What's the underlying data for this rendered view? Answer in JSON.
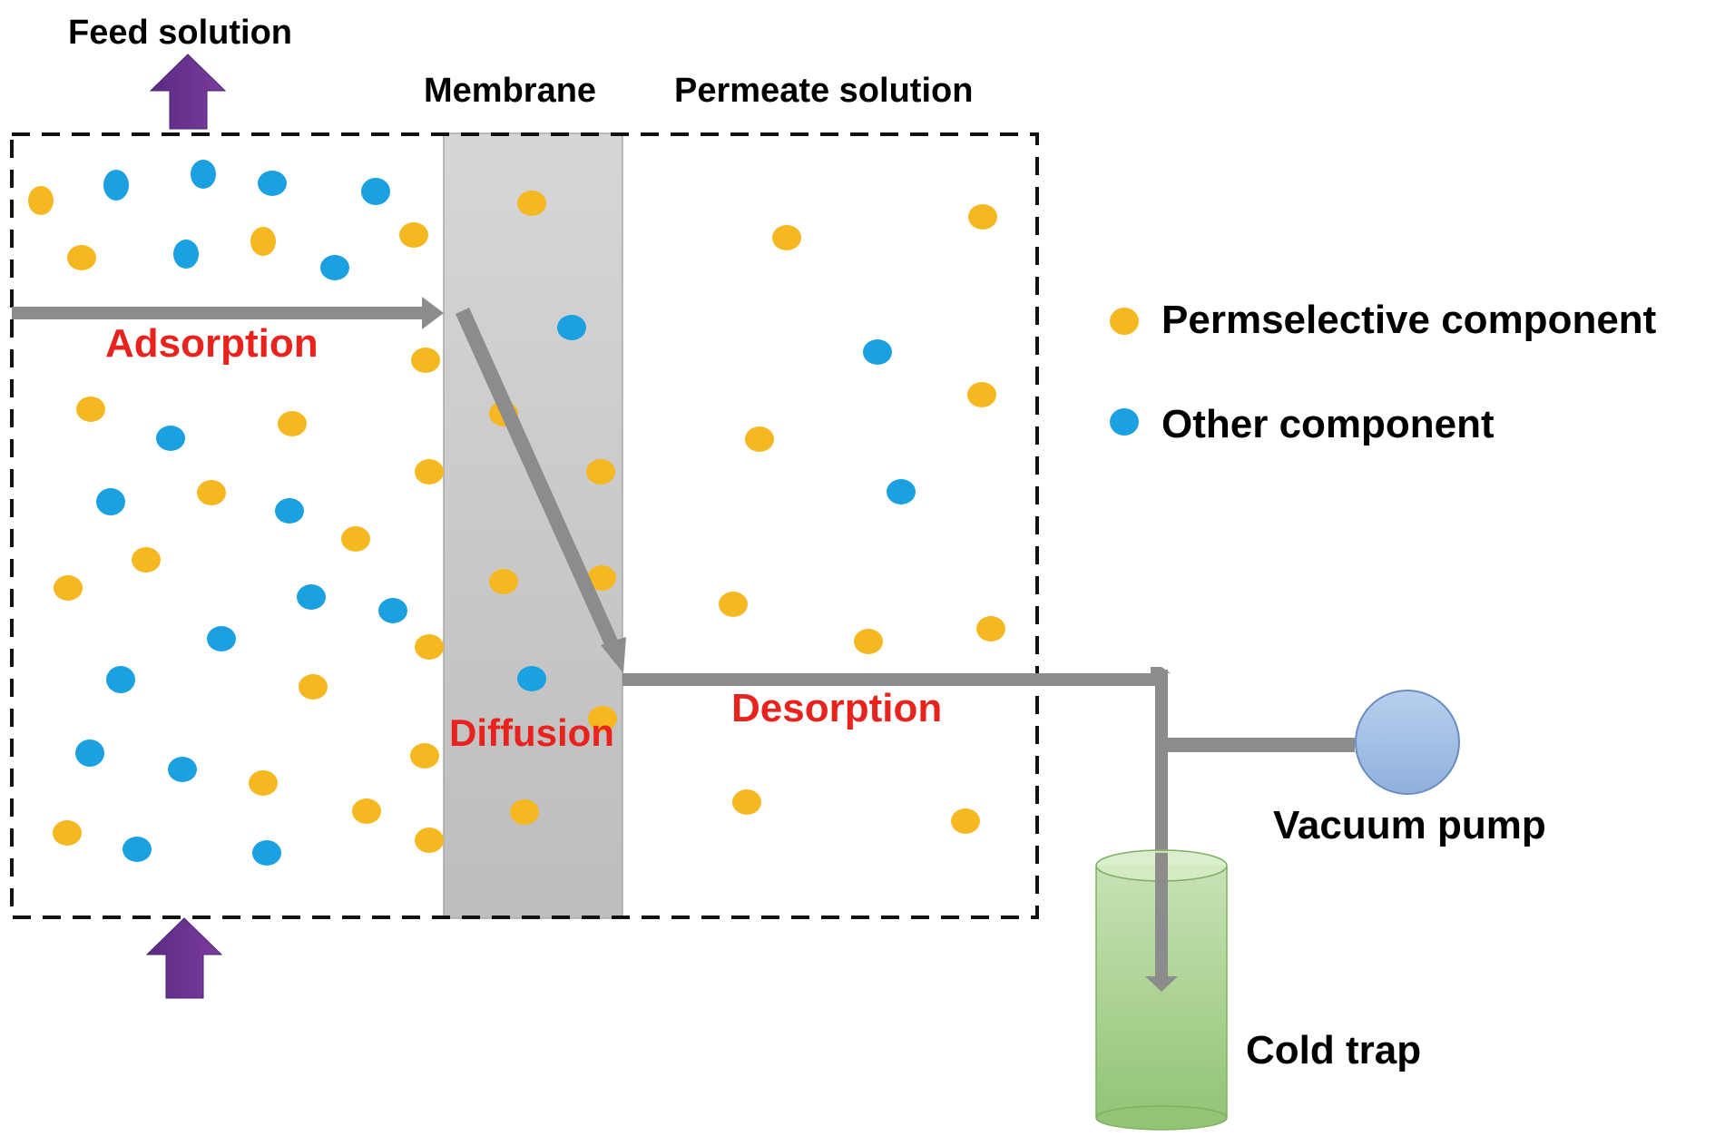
{
  "labels": {
    "feed_solution": "Feed solution",
    "membrane": "Membrane",
    "permeate_solution": "Permeate solution",
    "adsorption": "Adsorption",
    "diffusion": "Diffusion",
    "desorption": "Desorption",
    "vacuum_pump": "Vacuum pump",
    "cold_trap": "Cold trap"
  },
  "legend": [
    {
      "label": "Permselective component",
      "color": "#f5b820"
    },
    {
      "label": "Other component",
      "color": "#1ba1e2"
    }
  ],
  "colors": {
    "permselective": "#f5b820",
    "other": "#1ba1e2",
    "step_text": "#e8231e",
    "feed_arrow": "#6b2f8e",
    "membrane": "#c8c8c8",
    "pipe": "#8c8c8c",
    "pump": "#a9c4e6",
    "cold_trap": "#a8cf8e"
  }
}
